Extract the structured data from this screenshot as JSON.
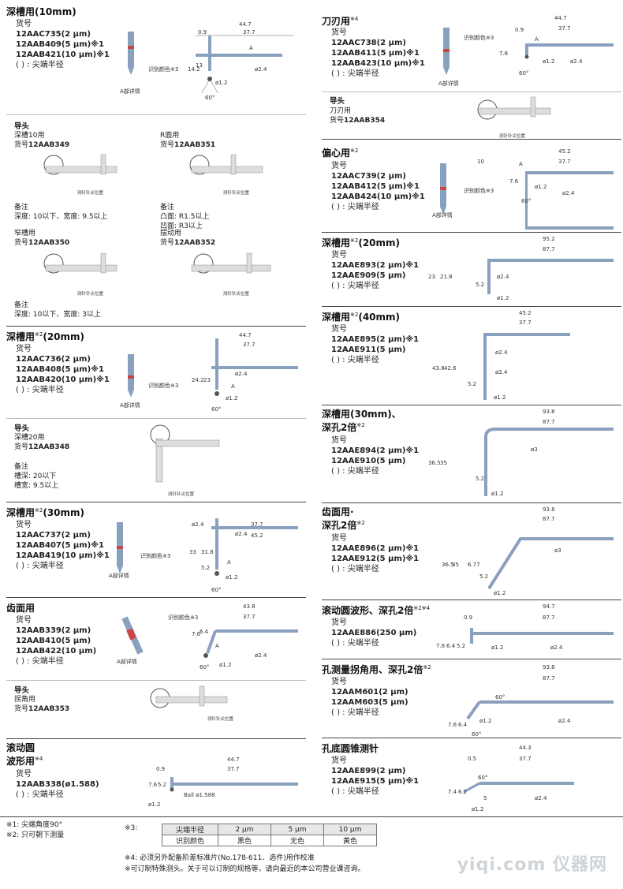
{
  "left": [
    {
      "title": "深槽用(10mm)",
      "sup": "",
      "lines": [
        "货号",
        "12AAC735(2 µm)",
        "12AAB409(5 µm)※1",
        "12AAB421(10 µm)※1",
        "( ) : 尖端半径"
      ],
      "detail": "A部详情",
      "color_label": "识别颜色※3",
      "dims": [
        "44.7",
        "37.7",
        "0.9",
        "14.2",
        "13",
        "A",
        "ø2.4",
        "ø1.2",
        "60°"
      ]
    },
    {
      "subsection": "导头",
      "items": [
        {
          "name": "深槽10用",
          "code_label": "货号",
          "code": "12AAB349",
          "notes": [
            "备注",
            "深度: 10以下、宽度: 9.5以上"
          ]
        },
        {
          "name": "R面用",
          "code_label": "货号",
          "code": "12AAB351",
          "notes": [
            "备注",
            "凸面: R1.5以上",
            "凹面: R3以上"
          ]
        },
        {
          "name": "窄槽用",
          "code_label": "货号",
          "code": "12AAB350",
          "notes": [
            "备注",
            "深度: 10以下、宽度: 3以上"
          ]
        },
        {
          "name": "摆动用",
          "code_label": "货号",
          "code": "12AAB352",
          "notes": []
        }
      ],
      "tip_pos": "测针针尖位置"
    },
    {
      "title": "深槽用",
      "sup": "※2",
      "suffix": "(20mm)",
      "lines": [
        "货号",
        "12AAC736(2 µm)",
        "12AAB408(5 µm)※1",
        "12AAB420(10 µm)※1",
        "( ) : 尖端半径"
      ],
      "detail": "A部详情",
      "color_label": "识别颜色※3",
      "dims": [
        "44.7",
        "37.7",
        "24.2",
        "23",
        "A",
        "ø2.4",
        "ø1.2",
        "60°"
      ]
    },
    {
      "subsection": "导头",
      "items": [
        {
          "name": "深槽20用",
          "code_label": "货号",
          "code": "12AAB348",
          "notes": [
            "备注",
            "槽深: 20以下",
            "槽宽: 9.5以上"
          ]
        }
      ],
      "tip_pos": "测针针尖位置"
    },
    {
      "title": "深槽用",
      "sup": "※2",
      "suffix": "(30mm)",
      "lines": [
        "货号",
        "12AAC737(2 µm)",
        "12AAB407(5 µm)※1",
        "12AAB419(10 µm)※1",
        "( ) : 尖端半径"
      ],
      "detail": "A部详情",
      "color_label": "识别颜色※3",
      "dims": [
        "37.7",
        "45.2",
        "33",
        "31.8",
        "5.2",
        "ø2.4",
        "ø2.4",
        "A",
        "ø1.2",
        "60°"
      ]
    },
    {
      "title": "齿面用",
      "sup": "",
      "lines": [
        "货号",
        "12AAB339(2 µm)",
        "12AAB410(5 µm)",
        "12AAB422(10 µm)",
        "( ) : 尖端半径"
      ],
      "detail": "A部详情",
      "color_label": "识别颜色※3",
      "dims": [
        "43.8",
        "37.7",
        "7.6",
        "6.4",
        "A",
        "ø2.4",
        "ø1.2",
        "60°"
      ]
    },
    {
      "subsection": "导头",
      "items": [
        {
          "name": "拐角用",
          "code_label": "货号",
          "code": "12AAB353",
          "notes": []
        }
      ],
      "tip_pos": "测针针尖位置"
    },
    {
      "title": "滚动圆",
      "title2": "波形用",
      "sup": "※4",
      "lines": [
        "货号",
        "12AAB338(ø1.588)",
        "( ) : 尖端半径"
      ],
      "dims": [
        "44.7",
        "37.7",
        "0.9",
        "7.6",
        "5.2",
        "ø1.2",
        "Ball ø1.588"
      ]
    }
  ],
  "right": [
    {
      "title": "刀刃用",
      "sup": "※4",
      "lines": [
        "货号",
        "12AAC738(2 µm)",
        "12AAB411(5 µm)※1",
        "12AAB423(10 µm)※1",
        "( ) : 尖端半径"
      ],
      "detail": "A部详情",
      "color_label": "识别颜色※3",
      "dims": [
        "44.7",
        "37.7",
        "0.9",
        "7.6",
        "A",
        "ø1.2",
        "ø2.4",
        "60°"
      ]
    },
    {
      "subsection": "导头",
      "items": [
        {
          "name": "刀刃用",
          "code_label": "货号",
          "code": "12AAB354",
          "notes": []
        }
      ],
      "tip_pos": "测针针尖位置"
    },
    {
      "title": "偏心用",
      "sup": "※2",
      "lines": [
        "货号",
        "12AAC739(2 µm)",
        "12AAB412(5 µm)※1",
        "12AAB424(10 µm)※1",
        "( ) : 尖端半径"
      ],
      "detail": "A部详情",
      "color_label": "识别颜色※3",
      "dims": [
        "45.2",
        "37.7",
        "10",
        "7.6",
        "A",
        "ø1.2",
        "ø2.4",
        "60°"
      ]
    },
    {
      "title": "深槽用",
      "sup": "※2",
      "suffix": "(20mm)",
      "lines": [
        "货号",
        "12AAE893(2 µm)※1",
        "12AAE909(5 µm)",
        "( ) : 尖端半径"
      ],
      "dims": [
        "95.2",
        "87.7",
        "23",
        "21.8",
        "5.2",
        "ø2.4",
        "ø1.2"
      ]
    },
    {
      "title": "深槽用",
      "sup": "※2",
      "suffix": "(40mm)",
      "lines": [
        "货号",
        "12AAE895(2 µm)※1",
        "12AAE911(5 µm)",
        "( ) : 尖端半径"
      ],
      "dims": [
        "45.2",
        "37.7",
        "ø2.4",
        "43.8",
        "42.6",
        "ø2.4",
        "5.2",
        "ø1.2"
      ]
    },
    {
      "title": "深槽用(30mm)、",
      "title2": "深孔2倍",
      "sup": "※2",
      "lines": [
        "货号",
        "12AAE894(2 µm)※1",
        "12AAE910(5 µm)",
        "( ) : 尖端半径"
      ],
      "dims": [
        "93.8",
        "87.7",
        "36.5",
        "35",
        "5.2",
        "ø3",
        "ø1.2"
      ]
    },
    {
      "title": "齿面用·",
      "title2": "深孔2倍",
      "sup": "※2",
      "lines": [
        "货号",
        "12AAE896(2 µm)※1",
        "12AAE912(5 µm)※1",
        "( ) : 尖端半径"
      ],
      "dims": [
        "93.8",
        "87.7",
        "36.5",
        "35",
        "6.77",
        "5.2",
        "ø3",
        "ø1.2"
      ]
    },
    {
      "title": "滚动圆波形、深孔2倍",
      "sup": "※2※4",
      "lines": [
        "货号",
        "12AAE886(250 µm)",
        "( ) : 尖端半径"
      ],
      "dims": [
        "94.7",
        "87.7",
        "0.9",
        "7.6",
        "6.4",
        "5.2",
        "ø1.2",
        "ø2.4"
      ]
    },
    {
      "title": "孔测量拐角用、深孔2倍",
      "sup": "※2",
      "lines": [
        "货号",
        "12AAM601(2 µm)",
        "12AAM603(5 µm)",
        "( ) : 尖端半径"
      ],
      "dims": [
        "93.8",
        "87.7",
        "60°",
        "7.6",
        "6.4",
        "ø1.2",
        "60°",
        "ø2.4"
      ]
    },
    {
      "title": "孔底圆锥测针",
      "sup": "",
      "lines": [
        "货号",
        "12AAE899(2 µm)",
        "12AAE915(5 µm)※1",
        "( ) : 尖端半径"
      ],
      "dims": [
        "44.3",
        "37.7",
        "0.5",
        "7.4",
        "6.2",
        "60°",
        "5",
        "ø1.2",
        "ø2.4"
      ]
    }
  ],
  "footnotes": {
    "n1": "※1: 尖端角度90°",
    "n2": "※2: 只可朝下测量",
    "n3": "※3:",
    "table": {
      "header": [
        "尖端半径",
        "2 µm",
        "5 µm",
        "10 µm"
      ],
      "row": [
        "识别颜色",
        "黑色",
        "无色",
        "黄色"
      ]
    },
    "n4": "※4: 必须另外配备阶差标准片(No.178-611、选件)用作校准",
    "n5": "※可订制特殊测头。关于可以订制的规格等，请向最近的本公司营业课咨询。"
  },
  "watermark": "yiqi.com 仪器网"
}
